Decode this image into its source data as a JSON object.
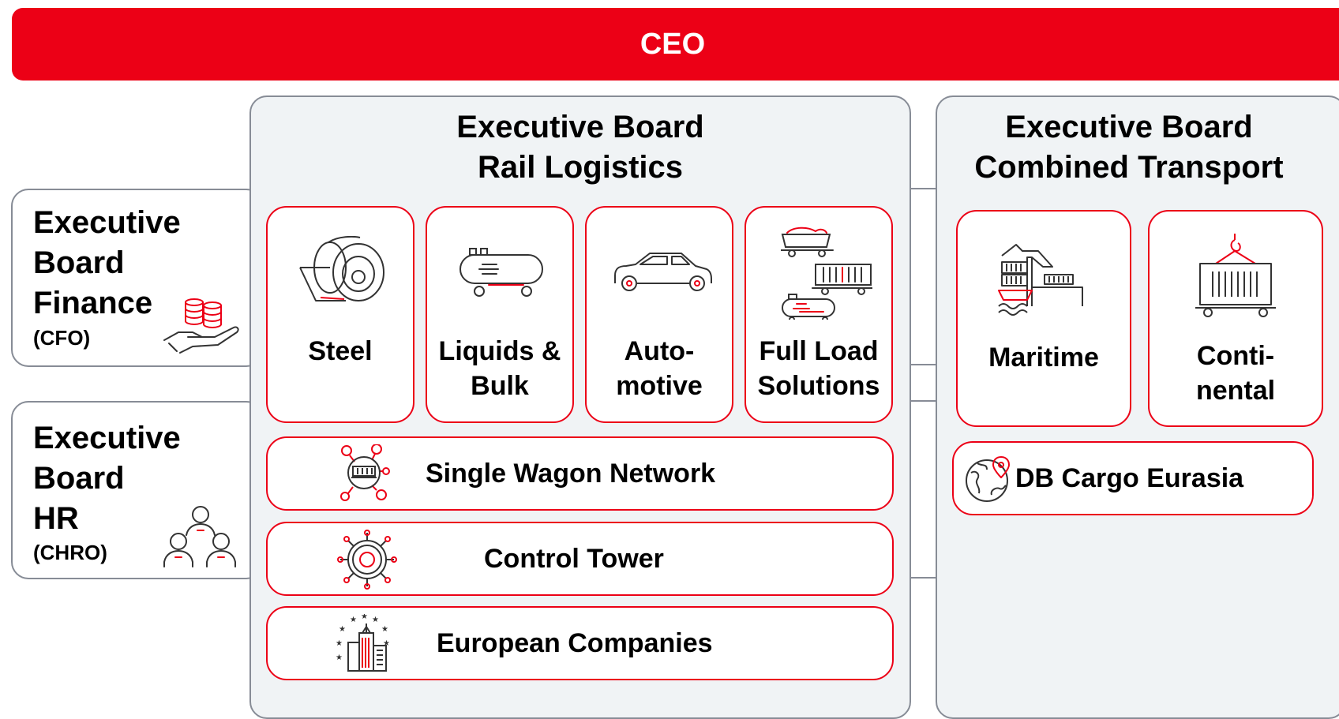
{
  "ceo": {
    "label": "CEO"
  },
  "finance": {
    "title": "Executive\nBoard\nFinance",
    "abbr": "(CFO)",
    "icon": "hand-coins-icon"
  },
  "hr": {
    "title": "Executive\nBoard\nHR",
    "abbr": "(CHRO)",
    "icon": "people-group-icon"
  },
  "rail_logistics": {
    "title": "Executive Board\nRail Logistics",
    "units": [
      {
        "label": "Steel",
        "icon": "steel-coil-icon"
      },
      {
        "label": "Liquids &\nBulk",
        "icon": "tank-wagon-icon"
      },
      {
        "label": "Auto-\nmotive",
        "icon": "car-icon"
      },
      {
        "label": "Full Load\nSolutions",
        "icon": "freight-wagons-icon"
      }
    ],
    "bars": [
      {
        "label": "Single Wagon Network",
        "icon": "wagon-network-icon"
      },
      {
        "label": "Control Tower",
        "icon": "steering-wheel-icon"
      },
      {
        "label": "European Companies",
        "icon": "city-stars-icon"
      }
    ]
  },
  "combined_transport": {
    "title": "Executive Board\nCombined Transport",
    "units": [
      {
        "label": "Maritime",
        "icon": "port-crane-icon"
      },
      {
        "label": "Conti-\nnental",
        "icon": "container-crane-icon"
      }
    ],
    "bars": [
      {
        "label": "DB Cargo Eurasia",
        "icon": "globe-pin-icon"
      }
    ]
  },
  "colors": {
    "accent": "#ec0016",
    "panel": "#f0f3f5",
    "border": "#878c96"
  }
}
